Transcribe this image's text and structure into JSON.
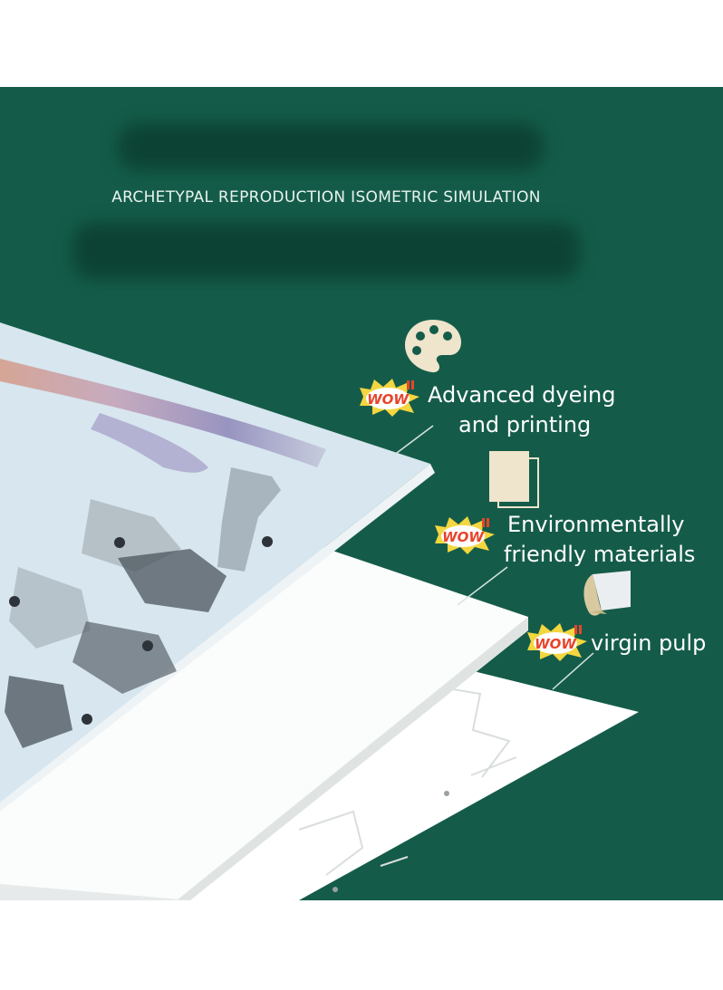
{
  "headline": "ARCHETYPAL REPRODUCTION ISOMETRIC SIMULATION",
  "features": [
    {
      "line1": "Advanced dyeing",
      "line2": "and printing",
      "icon": "palette-icon"
    },
    {
      "line1": "Environmentally",
      "line2": "friendly materials",
      "icon": "paper-icon"
    },
    {
      "line1": "virgin pulp",
      "line2": "",
      "icon": "paper-curl-icon"
    }
  ],
  "badge_text": "WOW",
  "colors": {
    "background": "#145c49",
    "printed_sheet": "#d7e6ef",
    "white_sheet": "#ffffff",
    "badge_yellow": "#f4d640",
    "badge_red": "#e8442b",
    "icon_cream": "#efe4cc"
  }
}
